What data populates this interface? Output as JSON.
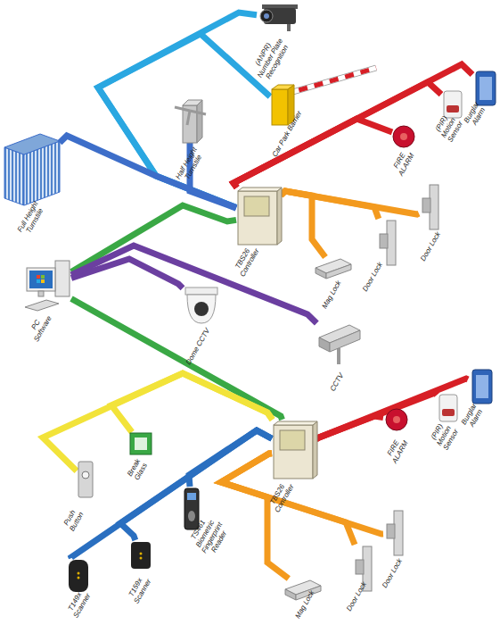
{
  "diagram": {
    "nodes": [
      {
        "text": [
          "(ANPR) Number Plate Recognition"
        ]
      },
      {
        "text": [
          "Car Park Barrier"
        ]
      },
      {
        "text": [
          "Half Height Turnstile"
        ]
      },
      {
        "text": [
          "Full Height Turnstile"
        ]
      },
      {
        "text": [
          "Burglar Alarm"
        ]
      },
      {
        "text": [
          "(PIR) Motion Sensor"
        ]
      },
      {
        "text": [
          "FIRE ALARM"
        ]
      },
      {
        "text": [
          "TBS26 Controller"
        ]
      },
      {
        "text": [
          "Door Lock"
        ]
      },
      {
        "text": [
          "Door Lock"
        ]
      },
      {
        "text": [
          "Mag Lock"
        ]
      },
      {
        "text": [
          "PC Software"
        ]
      },
      {
        "text": [
          "Dome CCTV"
        ]
      },
      {
        "text": [
          "CCTV"
        ]
      },
      {
        "text": [
          "Burglar Alarm"
        ]
      },
      {
        "text": [
          "(PIR) Motion Sensor"
        ]
      },
      {
        "text": [
          "FIRE ALARM"
        ]
      },
      {
        "text": [
          "TBS26 Controller"
        ]
      },
      {
        "text": [
          "Break Glass"
        ]
      },
      {
        "text": [
          "Push Button"
        ]
      },
      {
        "text": [
          "TS461 Biometric Fingerprint Reader"
        ]
      },
      {
        "text": [
          "Door Lock"
        ]
      },
      {
        "text": [
          "T159x Scanner"
        ]
      },
      {
        "text": [
          "Door Lock"
        ]
      },
      {
        "text": [
          "T149x Scanner"
        ]
      },
      {
        "text": [
          "Mag Lock"
        ]
      }
    ],
    "edges": [
      {
        "from": 0,
        "to": 7,
        "arrow": "none"
      },
      {
        "from": 1,
        "to": 7,
        "arrow": "none"
      },
      {
        "from": 2,
        "to": 7,
        "arrow": "none"
      },
      {
        "from": 3,
        "to": 7,
        "arrow": "none"
      },
      {
        "from": 7,
        "to": 6,
        "arrow": "none"
      },
      {
        "from": 7,
        "to": 5,
        "arrow": "none"
      },
      {
        "from": 7,
        "to": 4,
        "arrow": "none"
      },
      {
        "from": 7,
        "to": 8,
        "arrow": "none"
      },
      {
        "from": 7,
        "to": 9,
        "arrow": "none"
      },
      {
        "from": 7,
        "to": 10,
        "arrow": "none"
      },
      {
        "from": 11,
        "to": 7,
        "arrow": "none"
      },
      {
        "from": 11,
        "to": 17,
        "arrow": "none"
      },
      {
        "from": 11,
        "to": 12,
        "arrow": "none"
      },
      {
        "from": 11,
        "to": 13,
        "arrow": "none"
      },
      {
        "from": 17,
        "to": 19,
        "arrow": "none"
      },
      {
        "from": 17,
        "to": 18,
        "arrow": "none"
      },
      {
        "from": 17,
        "to": 20,
        "arrow": "none"
      },
      {
        "from": 17,
        "to": 22,
        "arrow": "none"
      },
      {
        "from": 17,
        "to": 24,
        "arrow": "none"
      },
      {
        "from": 17,
        "to": 16,
        "arrow": "none"
      },
      {
        "from": 17,
        "to": 15,
        "arrow": "none"
      },
      {
        "from": 17,
        "to": 14,
        "arrow": "none"
      },
      {
        "from": 17,
        "to": 21,
        "arrow": "none"
      },
      {
        "from": 17,
        "to": 23,
        "arrow": "none"
      },
      {
        "from": 17,
        "to": 25,
        "arrow": "none"
      }
    ]
  }
}
